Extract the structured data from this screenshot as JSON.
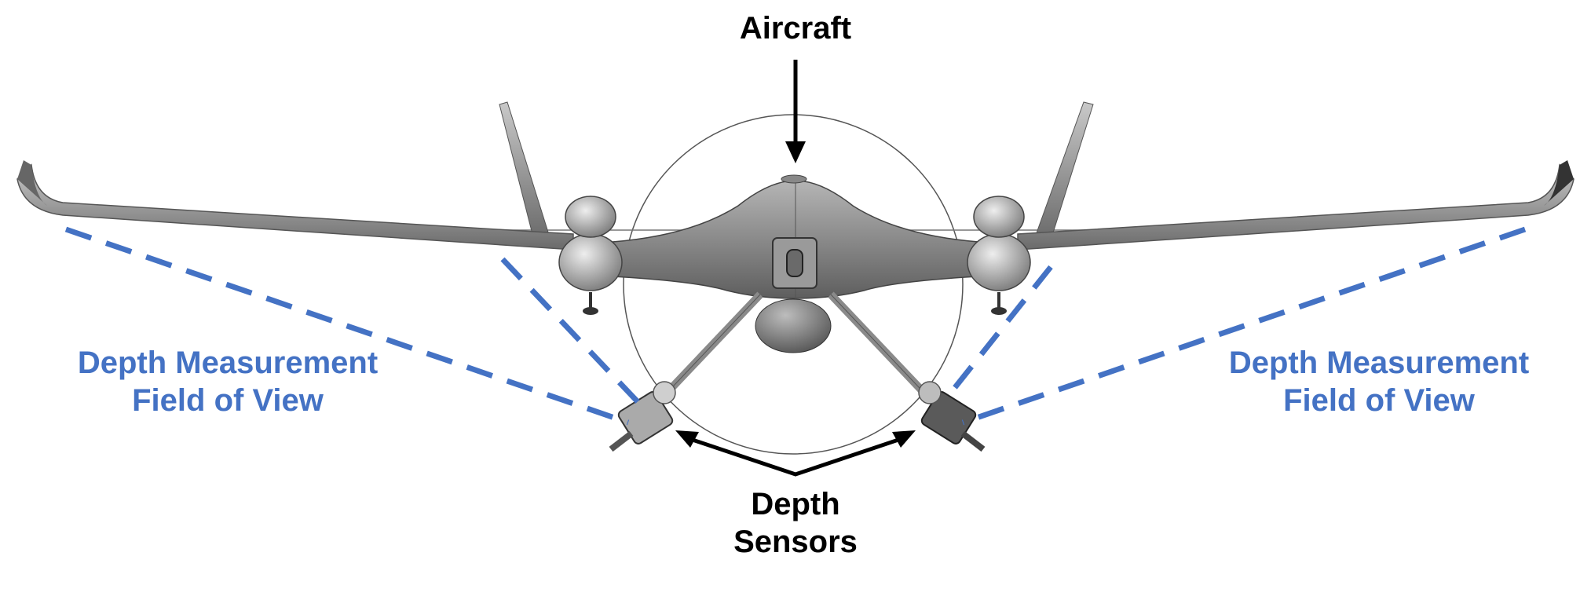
{
  "labels": {
    "aircraft": "Aircraft",
    "depth_sensors_line1": "Depth",
    "depth_sensors_line2": "Sensors",
    "fov_left_line1": "Depth Measurement",
    "fov_left_line2": "Field of View",
    "fov_right_line1": "Depth Measurement",
    "fov_right_line2": "Field of View"
  },
  "colors": {
    "fov_blue": "#4472C4",
    "label_blue": "#4472C4",
    "arrow": "#000000",
    "aircraft_body": "#8a8a8a"
  },
  "icons": {
    "aircraft": "vtol-drone-front-view",
    "sensor": "depth-sensor"
  }
}
